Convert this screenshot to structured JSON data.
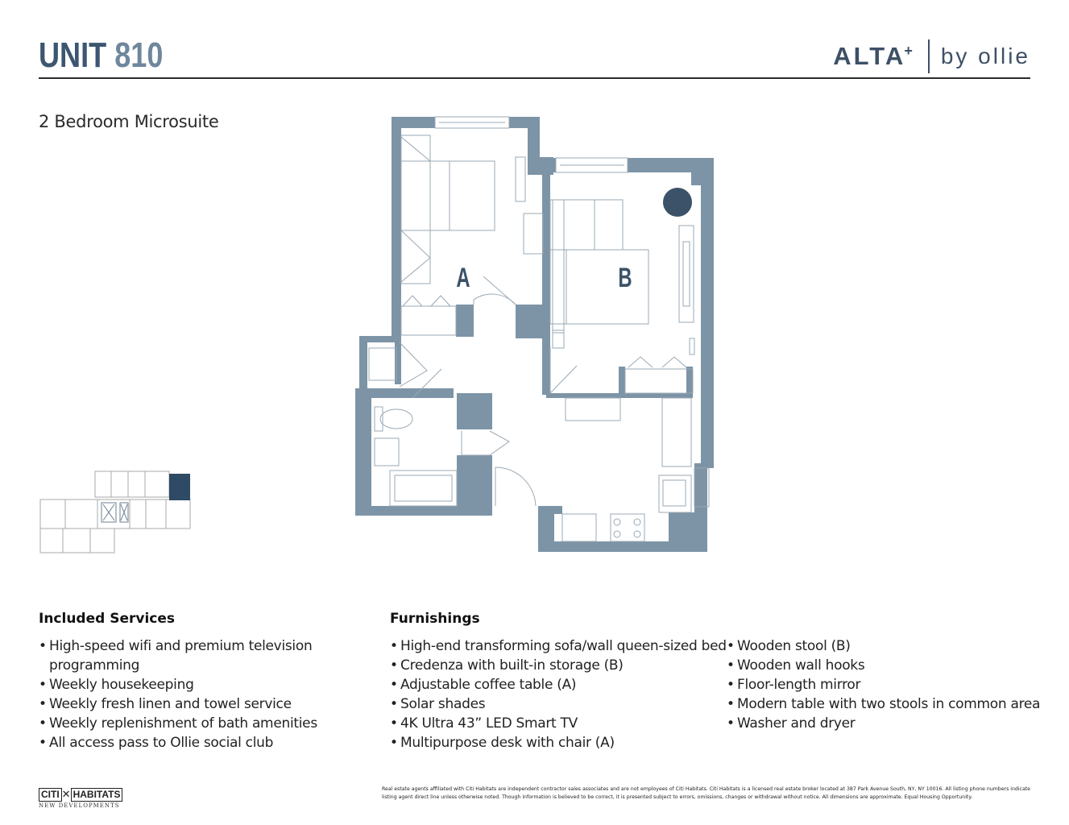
{
  "header": {
    "title_word": "UNIT",
    "title_number": "810",
    "brand_name": "ALTA",
    "brand_plus": "+",
    "brand_suffix": "by ollie"
  },
  "unit_type": "2 Bedroom Microsuite",
  "floorplan": {
    "room_labels": [
      "A",
      "B"
    ],
    "wall_color": "#7d94a6"
  },
  "included_services": {
    "heading": "Included Services",
    "items": [
      "High-speed wifi and premium television",
      "programming",
      "Weekly housekeeping",
      "Weekly fresh linen and towel service",
      "Weekly replenishment of bath amenities",
      "All access pass to Ollie social club"
    ]
  },
  "furnishings": {
    "heading": "Furnishings",
    "column1": [
      "High-end transforming sofa/wall queen-sized bed",
      "Credenza with built-in storage (B)",
      "Adjustable coffee table (A)",
      "Solar shades",
      "4K Ultra 43” LED Smart TV",
      "Multipurpose desk with chair (A)"
    ],
    "column2": [
      "Wooden stool (B)",
      "Wooden wall hooks",
      "Floor-length mirror",
      "Modern table with two stools in common area",
      "Washer and dryer"
    ]
  },
  "footer": {
    "logo_left": "CITI",
    "logo_right": "HABITATS",
    "logo_sub": "NEW DEVELOPMENTS",
    "disclaimer": "Real estate agents affiliated with Citi Habitats are independent contractor sales associates and are not employees of Citi Habitats. Citi Habitats is a licensed real estate broker located at 387 Park Avenue South, NY, NY 10016. All listing phone numbers indicate listing agent direct line unless otherwise noted. Though information is believed to be correct, it is presented subject to errors, omissions, changes or withdrawal without notice. All dimensions are approximate. Equal Housing Opportunity."
  }
}
